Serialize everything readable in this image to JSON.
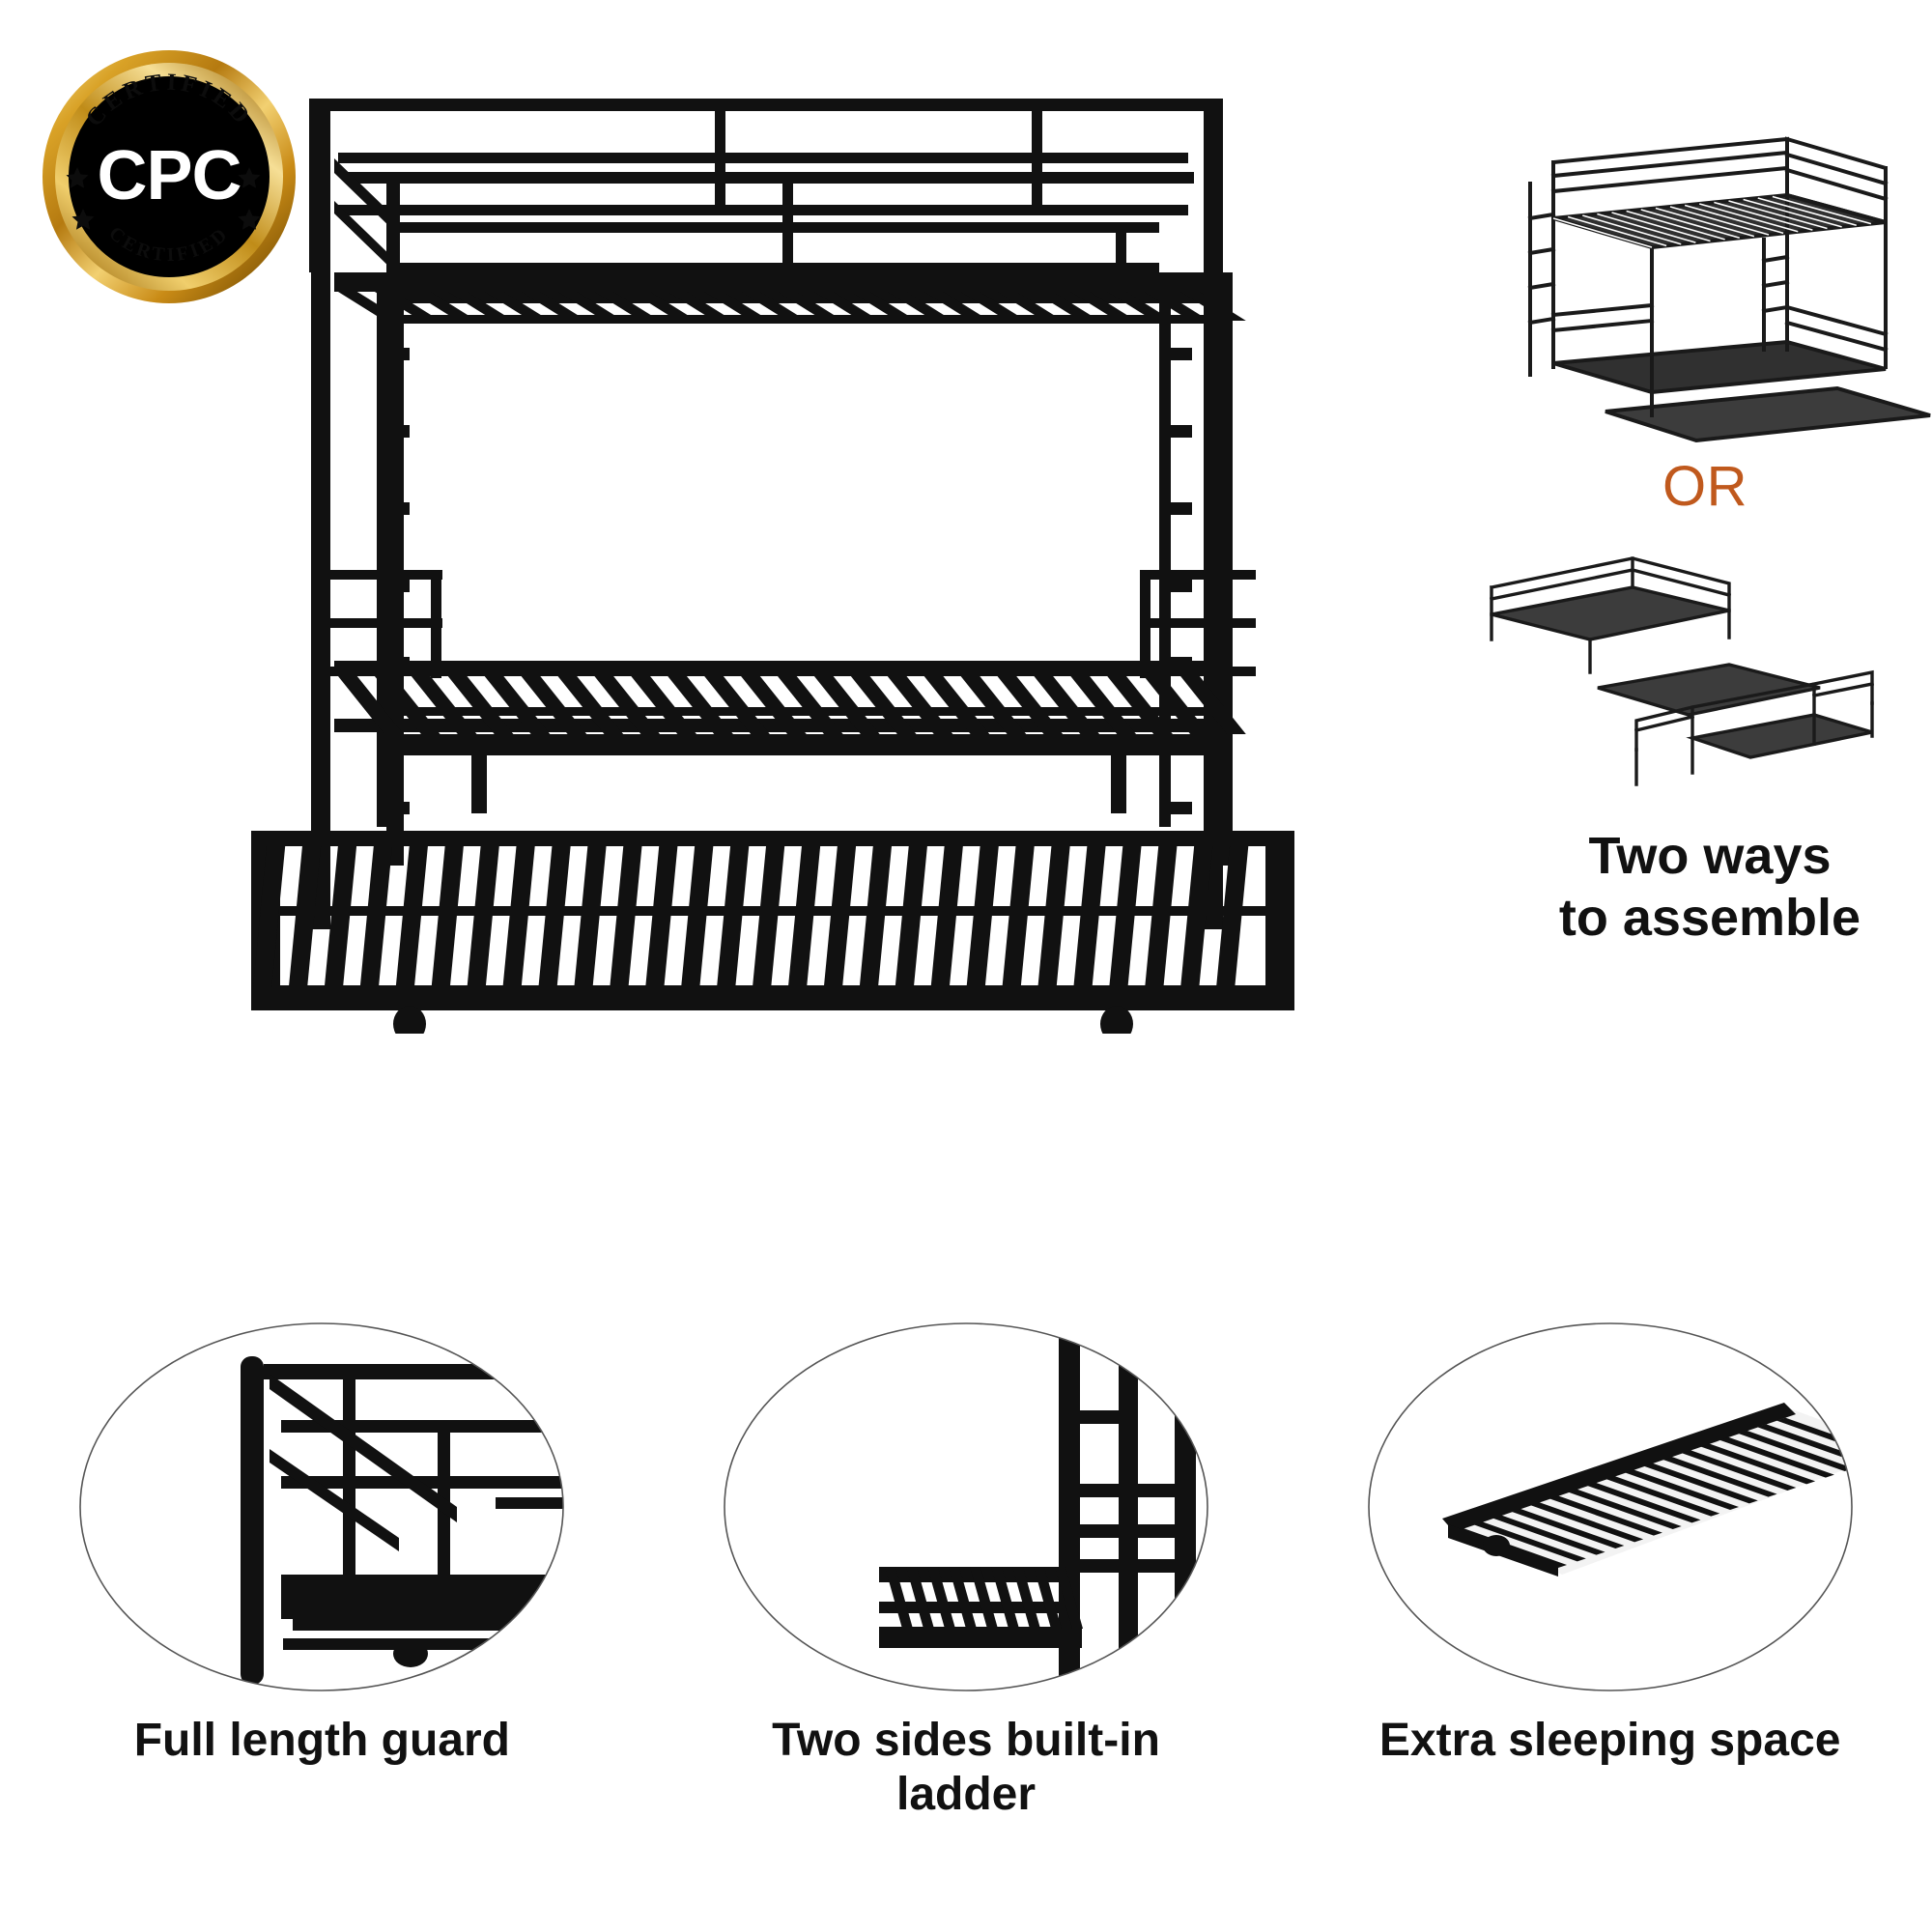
{
  "badge": {
    "center_text": "CPC",
    "top_arc_text": "CERTIFIED",
    "bottom_arc_text": "CERTIFIED",
    "gold_color": "#D49A21",
    "gold_light": "#F6DC8C",
    "gold_dark": "#9A6A0C",
    "inner_color": "#000000",
    "star_count": 4,
    "name": "cpc-certified-seal"
  },
  "hero": {
    "alt": "twin over twin metal bunk bed with pull-out trundle, front view",
    "frame_color": "#111111",
    "top_bunk_slat_count": 24,
    "bottom_bunk_slat_count": 24,
    "trundle_slat_count": 28,
    "caster_count": 2,
    "ladder_sides": 2
  },
  "right_column": {
    "variant_a_alt": "assembled bunk bed with trundle, 3D view",
    "or_label": "OR",
    "or_color": "#C0591D",
    "variant_b_alt": "separated pieces: loft daybed, trundle and twin bed",
    "assemble_label_line1": "Two ways",
    "assemble_label_line2": "to assemble"
  },
  "features": [
    {
      "id": "full-length-guard",
      "caption": "Full length guard",
      "detail_alt": "close-up of full length guard rail and corner post"
    },
    {
      "id": "two-sides-built-in-ladder",
      "caption_line1": "Two sides built-in",
      "caption_line2": "ladder",
      "caption": "Two sides built-in ladder",
      "detail_alt": "close-up of built-in ladder rungs on the end frame"
    },
    {
      "id": "extra-sleeping-space",
      "caption": "Extra sleeping space",
      "detail_alt": "close-up of slatted trundle bed with caster wheels"
    }
  ]
}
